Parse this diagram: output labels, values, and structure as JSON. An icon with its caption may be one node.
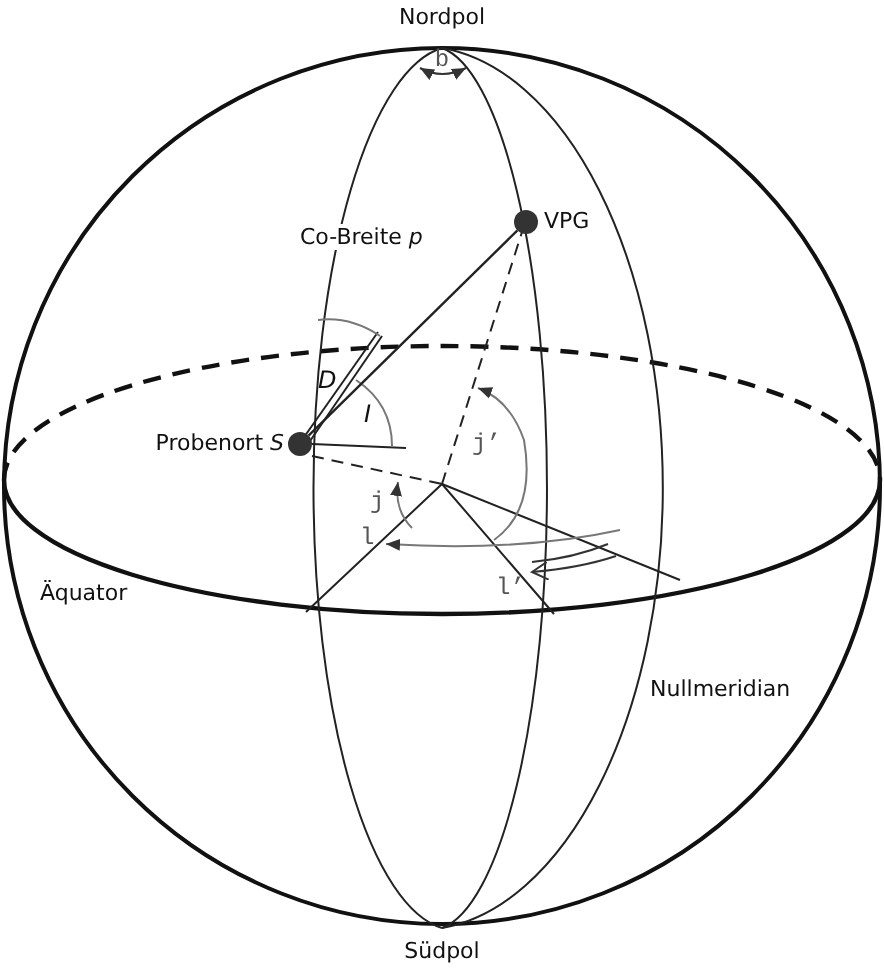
{
  "diagram": {
    "nodes": [
      {
        "text": [],
        "shape": "circle",
        "beside": [
          "Probenort *S*"
        ]
      },
      {
        "text": [],
        "shape": "circle",
        "beside": [
          "VPG"
        ]
      }
    ],
    "edges": [
      {
        "from": 0,
        "to": 1,
        "arrow": "none",
        "label": "Co-Breite *p*"
      }
    ],
    "labels": [
      "Nordpol",
      "b",
      "D",
      "I",
      "j’",
      "j",
      "l",
      "l’",
      "Äquator",
      "Nullmeridian",
      "Südpol"
    ]
  }
}
